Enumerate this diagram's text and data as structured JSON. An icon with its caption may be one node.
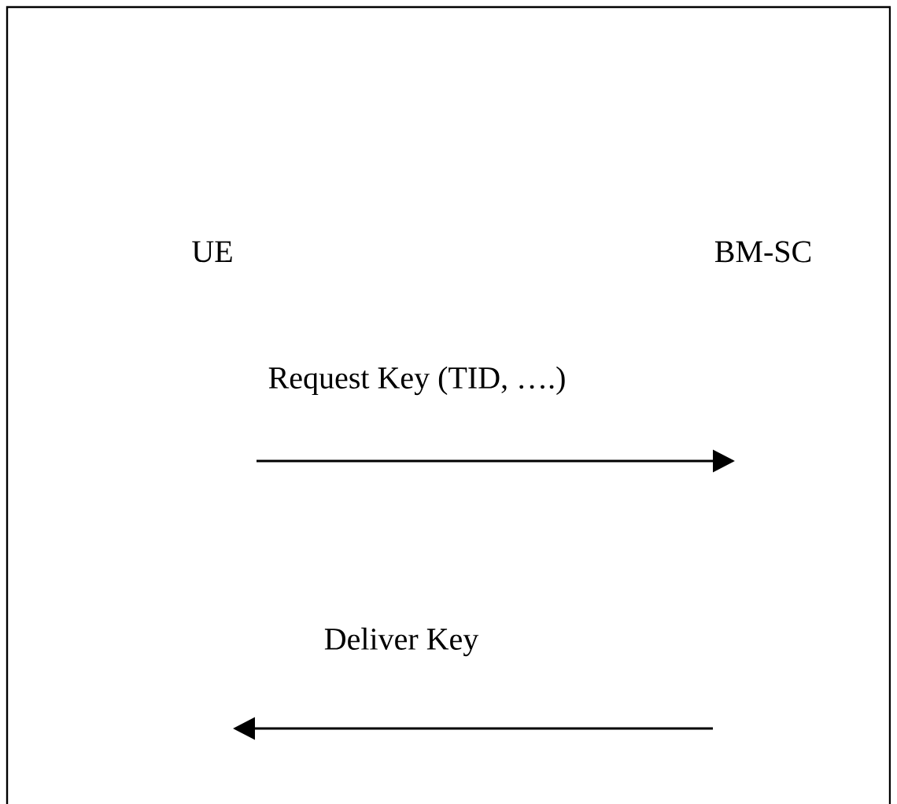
{
  "diagram": {
    "nodes": [
      {
        "text": [
          "UE"
        ]
      },
      {
        "text": [
          "BM-SC"
        ]
      }
    ],
    "labels": [
      "Request Key (TID, ….)",
      "Deliver Key"
    ]
  }
}
